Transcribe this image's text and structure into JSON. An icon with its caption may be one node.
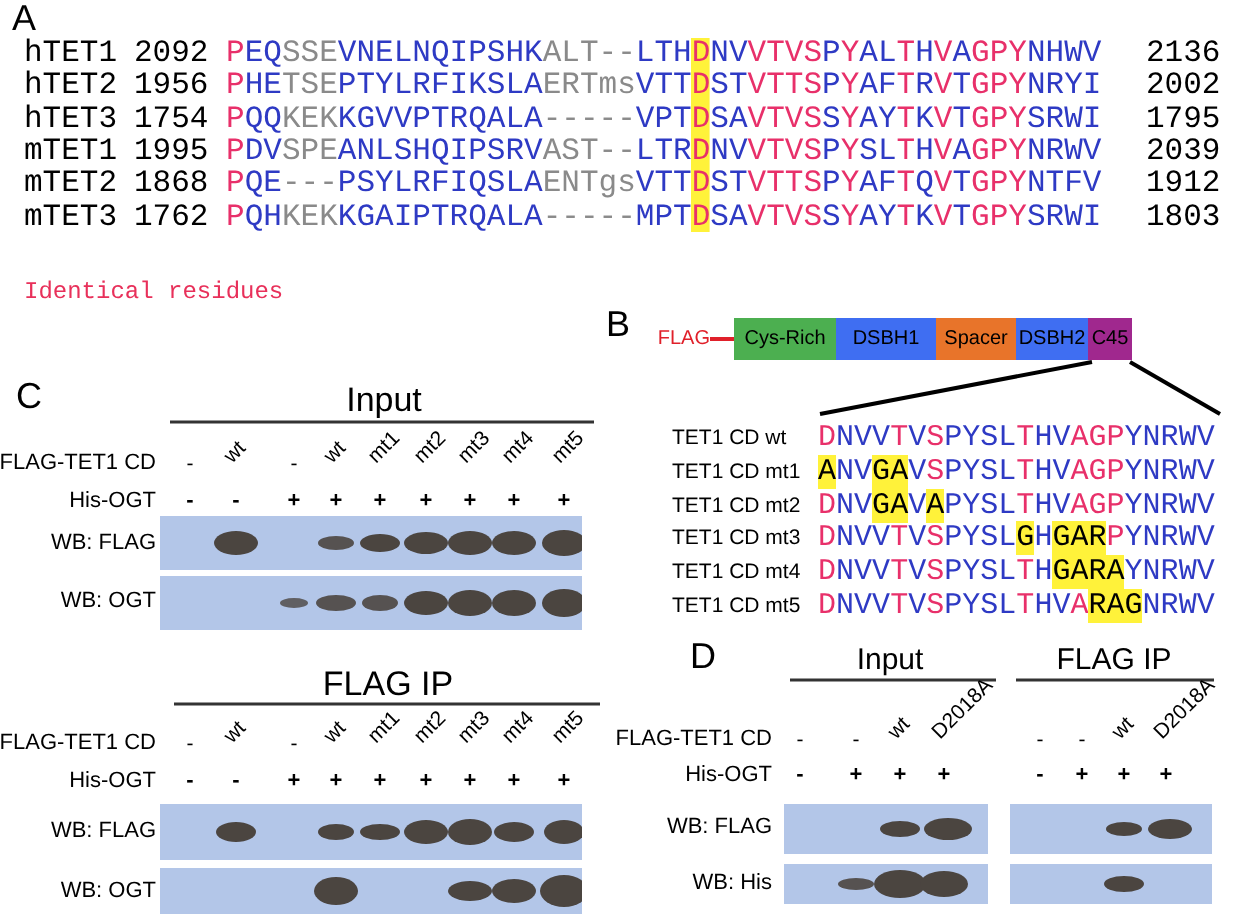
{
  "diagram": {
    "nodes": [
      {
        "text": [
          "FLAG"
        ]
      },
      {
        "text": [
          "Cys-Rich"
        ]
      },
      {
        "text": [
          "DSBH1"
        ]
      },
      {
        "text": [
          "Spacer"
        ]
      },
      {
        "text": [
          "DSBH2"
        ]
      },
      {
        "text": [
          "C45"
        ]
      }
    ],
    "edges": [
      {
        "from": 0,
        "to": 1,
        "arrow": "none",
        "color": "#e0202a"
      }
    ],
    "labels": [
      "A",
      "hTET1",
      "2092",
      "PEQSSEVNELNQIPSHKALT--LTHDNVVTVSPYALTHVAGPYNHWV",
      "2136",
      "hTET2",
      "1956",
      "PHETSEPTYLRFIKSLAERTmsVTTDSTVTTSPYAFTRVTGPYNRYI",
      "2002",
      "hTET3",
      "1754",
      "PQQKEKKGVVPTRQALA-----VPTDSAVTVSSYAYTKVTGPYSRWI",
      "1795",
      "mTET1",
      "1995",
      "PDVSPEANLSHQIPSRVAST--LTRDNVVTVSPYSLTHVAGPYNRWV",
      "2039",
      "mTET2",
      "1868",
      "PQE---PSYLRFIQSLAENTgsVTTDSTVTTSPYAFTQVTGPYNTFV",
      "1912",
      "mTET3",
      "1762",
      "PQHKEKKGAIPTRQALA-----MPTDSAVTVSSYAYTKVTGPYSRWI",
      "1803",
      "Identical residues",
      "B",
      "TET1 CD wt",
      "DNVVTVSPYSLTHVAGPYNRWV",
      "TET1 CD mt1",
      "ANVGAVSPYSLTHVAGPYNRWV",
      "TET1 CD mt2",
      "DNVGAVAPYSLTHVAGPYNRWV",
      "TET1 CD mt3",
      "DNVVTVSPYSLGHGARPYNRWV",
      "TET1 CD mt4",
      "DNVVTVSPYSLTHGARAYNRWV",
      "TET1 CD mt5",
      "DNVVTVSPYSLTHVARAGNRWV",
      "C",
      "Input",
      "FLAG-TET1 CD",
      "-",
      "wt",
      "-",
      "wt",
      "mt1",
      "mt2",
      "mt3",
      "mt4",
      "mt5",
      "His-OGT",
      "-",
      "-",
      "+",
      "+",
      "+",
      "+",
      "+",
      "+",
      "+",
      "WB: FLAG",
      "WB: OGT",
      "FLAG IP",
      "FLAG-TET1 CD",
      "-",
      "wt",
      "-",
      "wt",
      "mt1",
      "mt2",
      "mt3",
      "mt4",
      "mt5",
      "His-OGT",
      "-",
      "-",
      "+",
      "+",
      "+",
      "+",
      "+",
      "+",
      "+",
      "WB: FLAG",
      "WB: OGT",
      "D",
      "Input",
      "FLAG IP",
      "FLAG-TET1 CD",
      "-",
      "-",
      "wt",
      "D2018A",
      "-",
      "-",
      "wt",
      "D2018A",
      "His-OGT",
      "-",
      "+",
      "+",
      "+",
      "-",
      "+",
      "+",
      "+",
      "WB: FLAG",
      "WB: His"
    ]
  }
}
